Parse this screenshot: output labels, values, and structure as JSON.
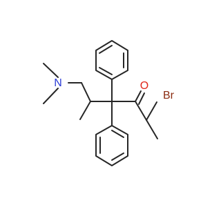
{
  "atoms": {
    "nitrogen": {
      "symbol": "N",
      "color": "#2a3bd6"
    },
    "oxygen": {
      "symbol": "O",
      "color": "#e0261a"
    },
    "bromine": {
      "symbol": "Br",
      "color": "#8b2b10"
    }
  },
  "colors": {
    "bond": "#262626",
    "background": "#ffffff"
  }
}
